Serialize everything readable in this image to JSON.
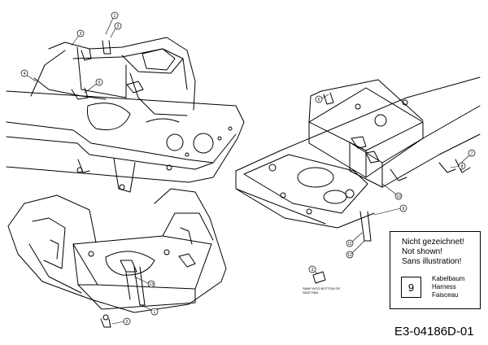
{
  "notice": {
    "lines": [
      "Nicht gezeichnet!",
      "Not shown!",
      "Sans illustration!"
    ],
    "badge_number": "9",
    "badge_labels": [
      "Kabelbaum",
      "Harness",
      "Faisceau"
    ]
  },
  "part_code": "E3-04186D-01",
  "snap_note": [
    "SNAP INTO BOTTOM OF",
    "SEAT PAN"
  ],
  "callouts": [
    "1",
    "2",
    "3",
    "4",
    "5",
    "6",
    "7",
    "8",
    "9",
    "10",
    "11",
    "12",
    "13"
  ]
}
